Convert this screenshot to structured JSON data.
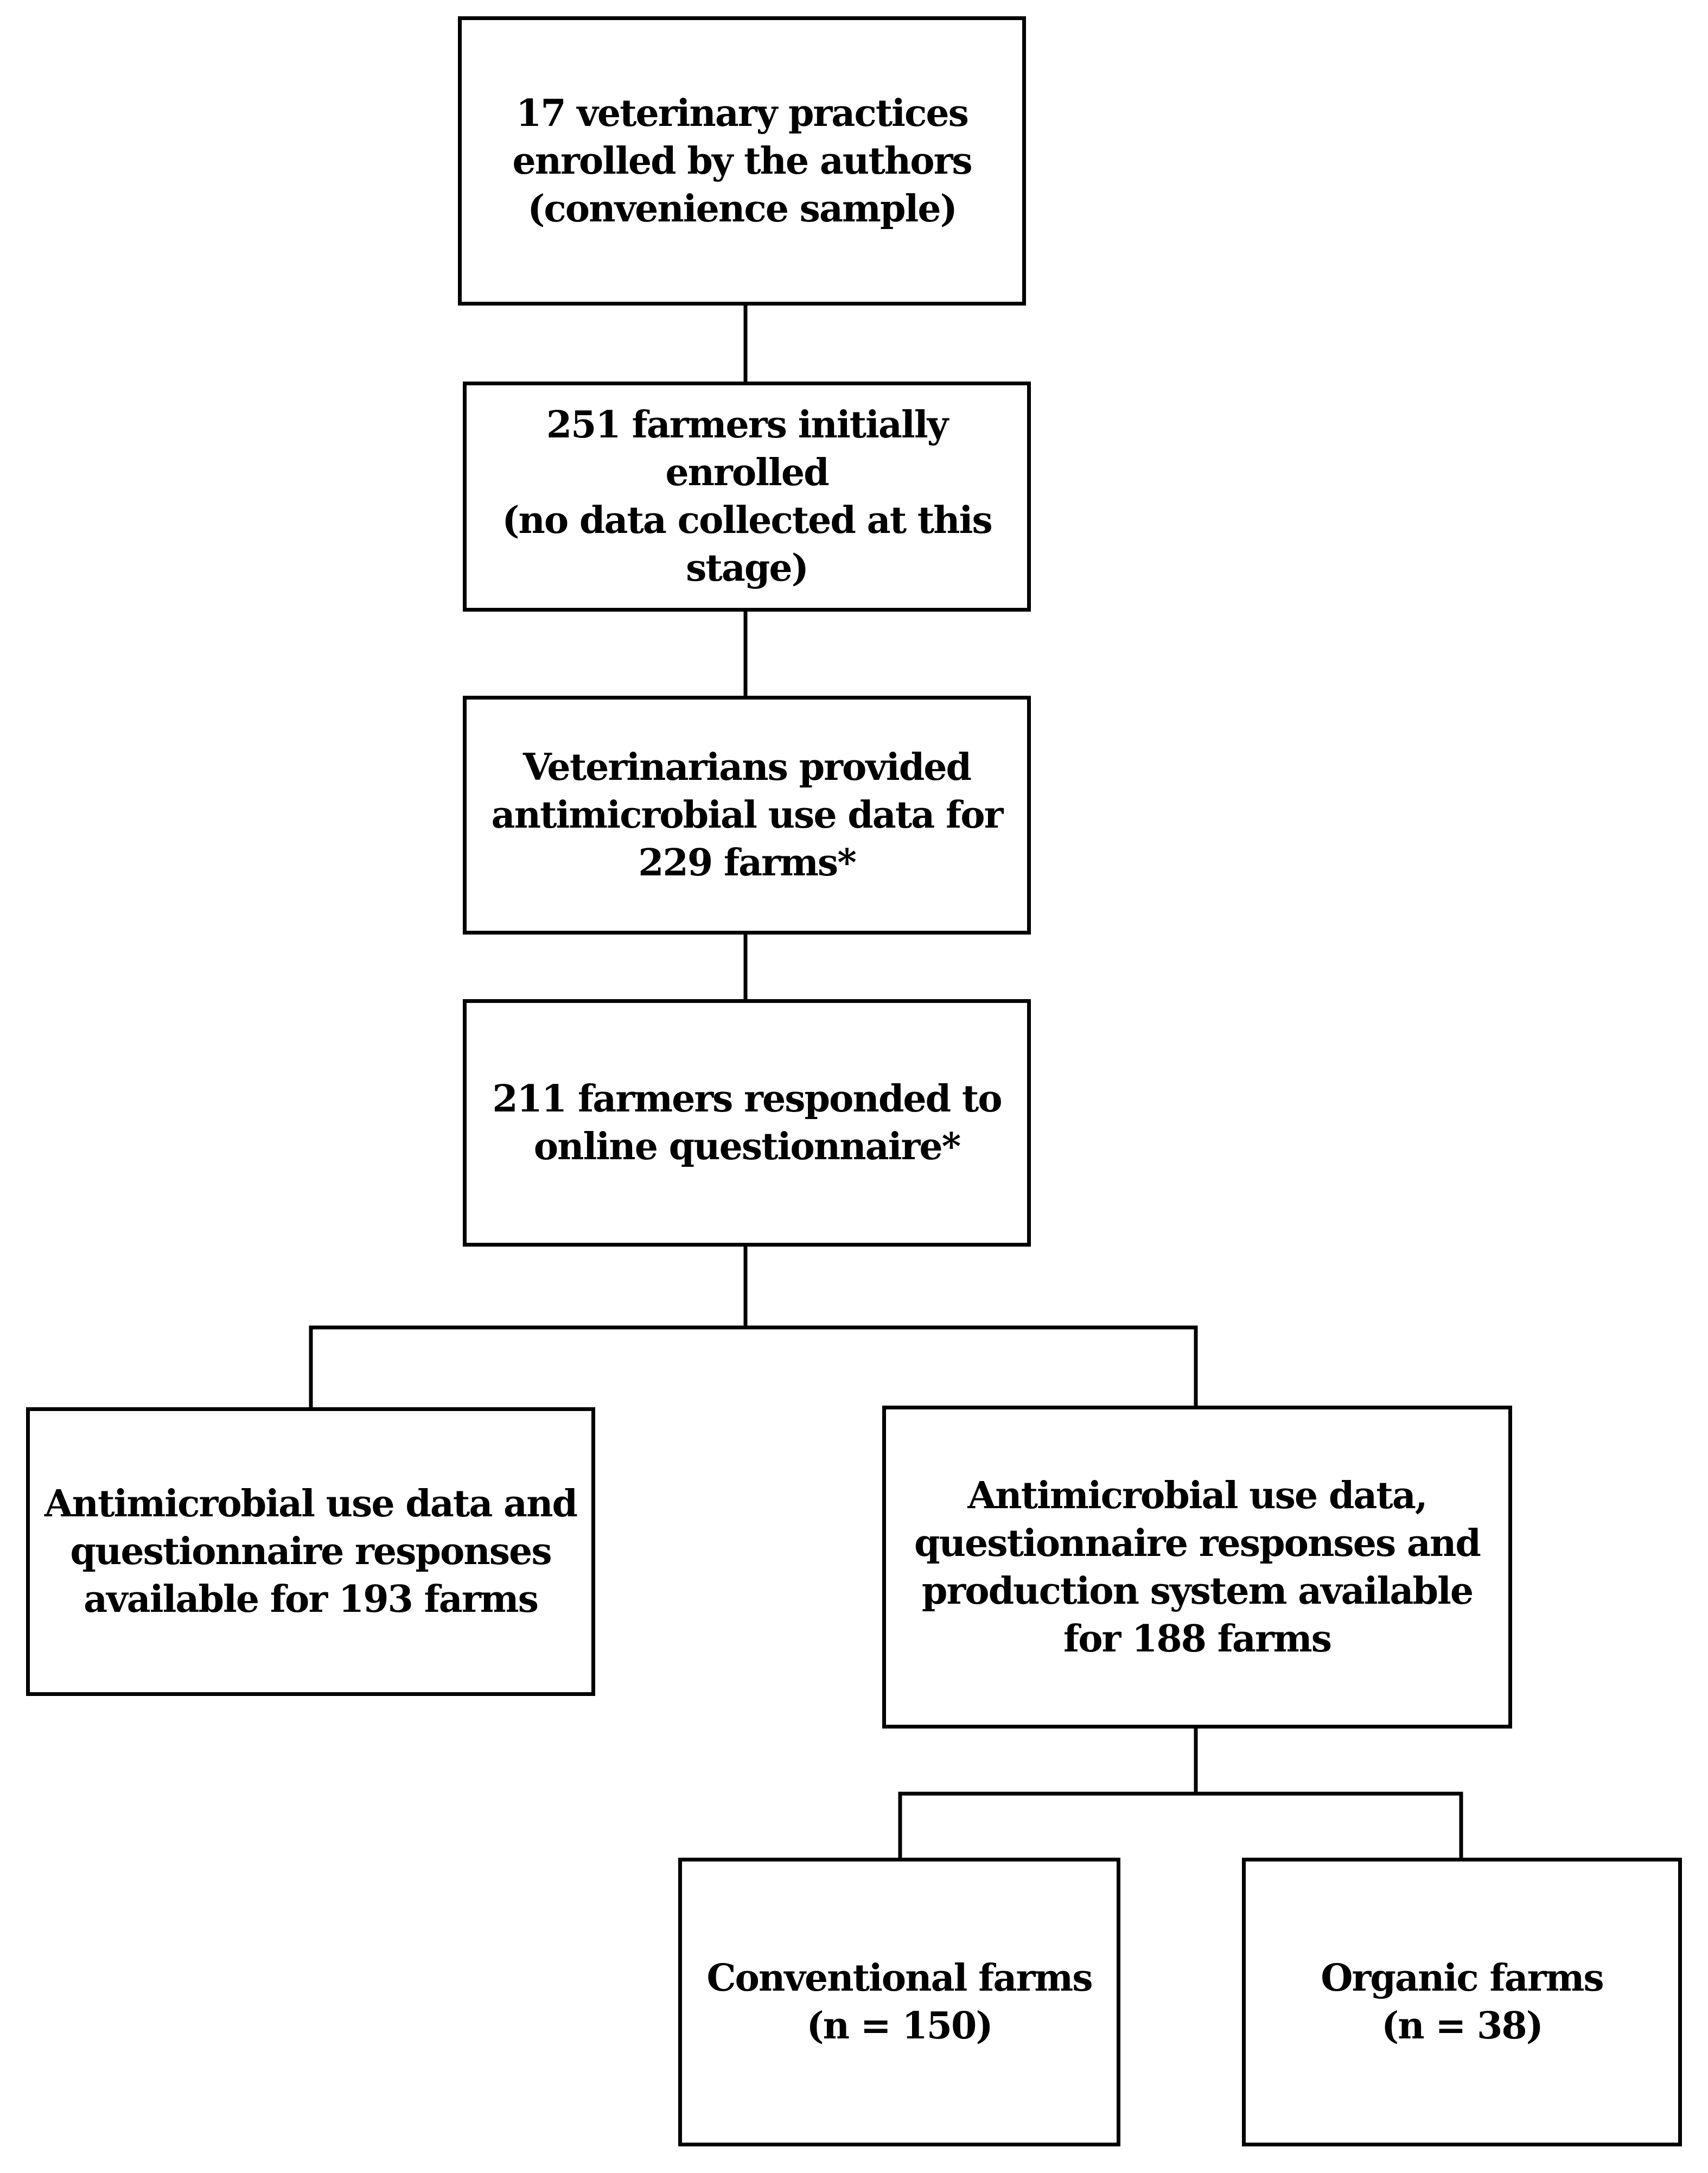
{
  "diagram": {
    "type": "flowchart",
    "line_color": "#000000",
    "box_border_color": "#000000",
    "background_color": "#ffffff",
    "nodes": [
      {
        "id": "practices",
        "lines": [
          "17 veterinary practices",
          "enrolled by the authors",
          "(convenience sample)"
        ]
      },
      {
        "id": "farmers-enrolled",
        "lines": [
          "251 farmers initially",
          "enrolled",
          "(no data collected at this",
          "stage)"
        ]
      },
      {
        "id": "vet-data",
        "lines": [
          "Veterinarians provided",
          "antimicrobial use data for",
          "229 farms*"
        ]
      },
      {
        "id": "questionnaire",
        "lines": [
          "211 farmers responded to",
          "online questionnaire*"
        ]
      },
      {
        "id": "available-193",
        "lines": [
          "Antimicrobial use data and",
          "questionnaire responses",
          "available for 193 farms"
        ]
      },
      {
        "id": "available-188",
        "lines": [
          "Antimicrobial use data,",
          "questionnaire responses and",
          "production system available",
          "for 188 farms"
        ]
      },
      {
        "id": "conventional",
        "lines": [
          "Conventional farms",
          "(n = 150)"
        ]
      },
      {
        "id": "organic",
        "lines": [
          "Organic farms",
          "(n = 38)"
        ]
      }
    ],
    "edges": [
      {
        "from": "practices",
        "to": "farmers-enrolled"
      },
      {
        "from": "farmers-enrolled",
        "to": "vet-data"
      },
      {
        "from": "vet-data",
        "to": "questionnaire"
      },
      {
        "from": "questionnaire",
        "to": "available-193"
      },
      {
        "from": "questionnaire",
        "to": "available-188"
      },
      {
        "from": "available-188",
        "to": "conventional"
      },
      {
        "from": "available-188",
        "to": "organic"
      }
    ]
  }
}
